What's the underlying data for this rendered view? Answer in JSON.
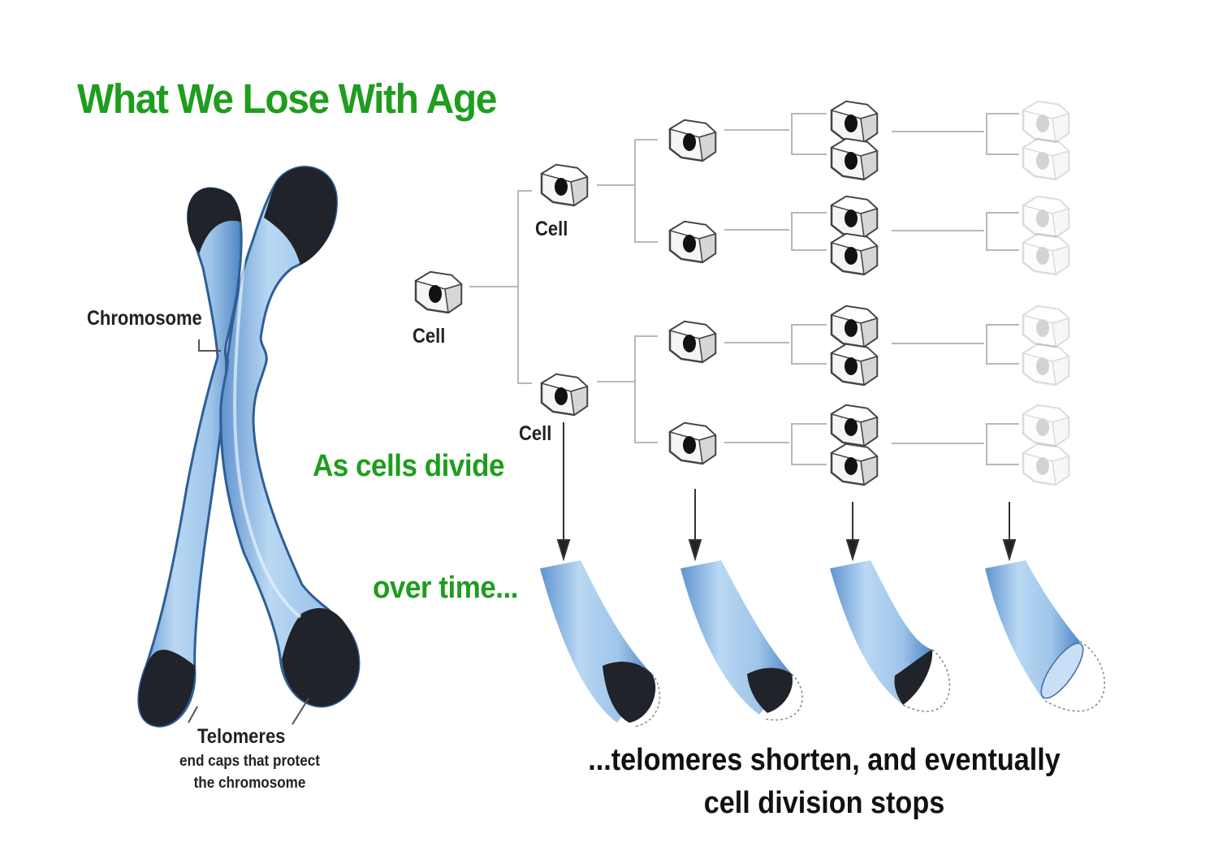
{
  "title": "What We Lose With Age",
  "labels": {
    "chromosome": "Chromosome",
    "telomeres": "Telomeres",
    "telomeres_desc_line1": "end caps that protect",
    "telomeres_desc_line2": "the chromosome",
    "cell_root": "Cell",
    "cell_upper": "Cell",
    "cell_lower": "Cell",
    "as_cells_divide": "As cells divide",
    "over_time": "over time...",
    "caption_line1": "...telomeres shorten, and eventually",
    "caption_line2": "cell division stops"
  },
  "colors": {
    "title_green": "#1e9d1e",
    "chromosome_blue": "#a8cdee",
    "chromosome_edge": "#3a6fa8",
    "telomere_dark": "#1f2229",
    "cell_fill": "#f4f4f4",
    "cell_nucleus": "#111111",
    "line_gray": "#b5b5b5"
  },
  "generations": [
    {
      "name": "generation-1",
      "telomere_remaining": 1.0
    },
    {
      "name": "generation-2",
      "telomere_remaining": 0.7
    },
    {
      "name": "generation-3",
      "telomere_remaining": 0.4
    },
    {
      "name": "generation-4",
      "telomere_remaining": 0.0
    }
  ]
}
